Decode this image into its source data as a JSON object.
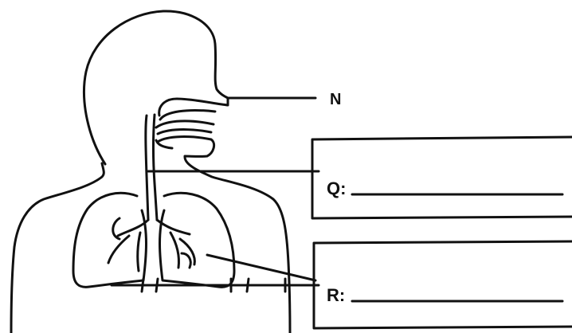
{
  "labels": {
    "n": "N",
    "q": "Q:",
    "r": "R:"
  },
  "colors": {
    "ink": "#111111",
    "background": "#ffffff"
  }
}
